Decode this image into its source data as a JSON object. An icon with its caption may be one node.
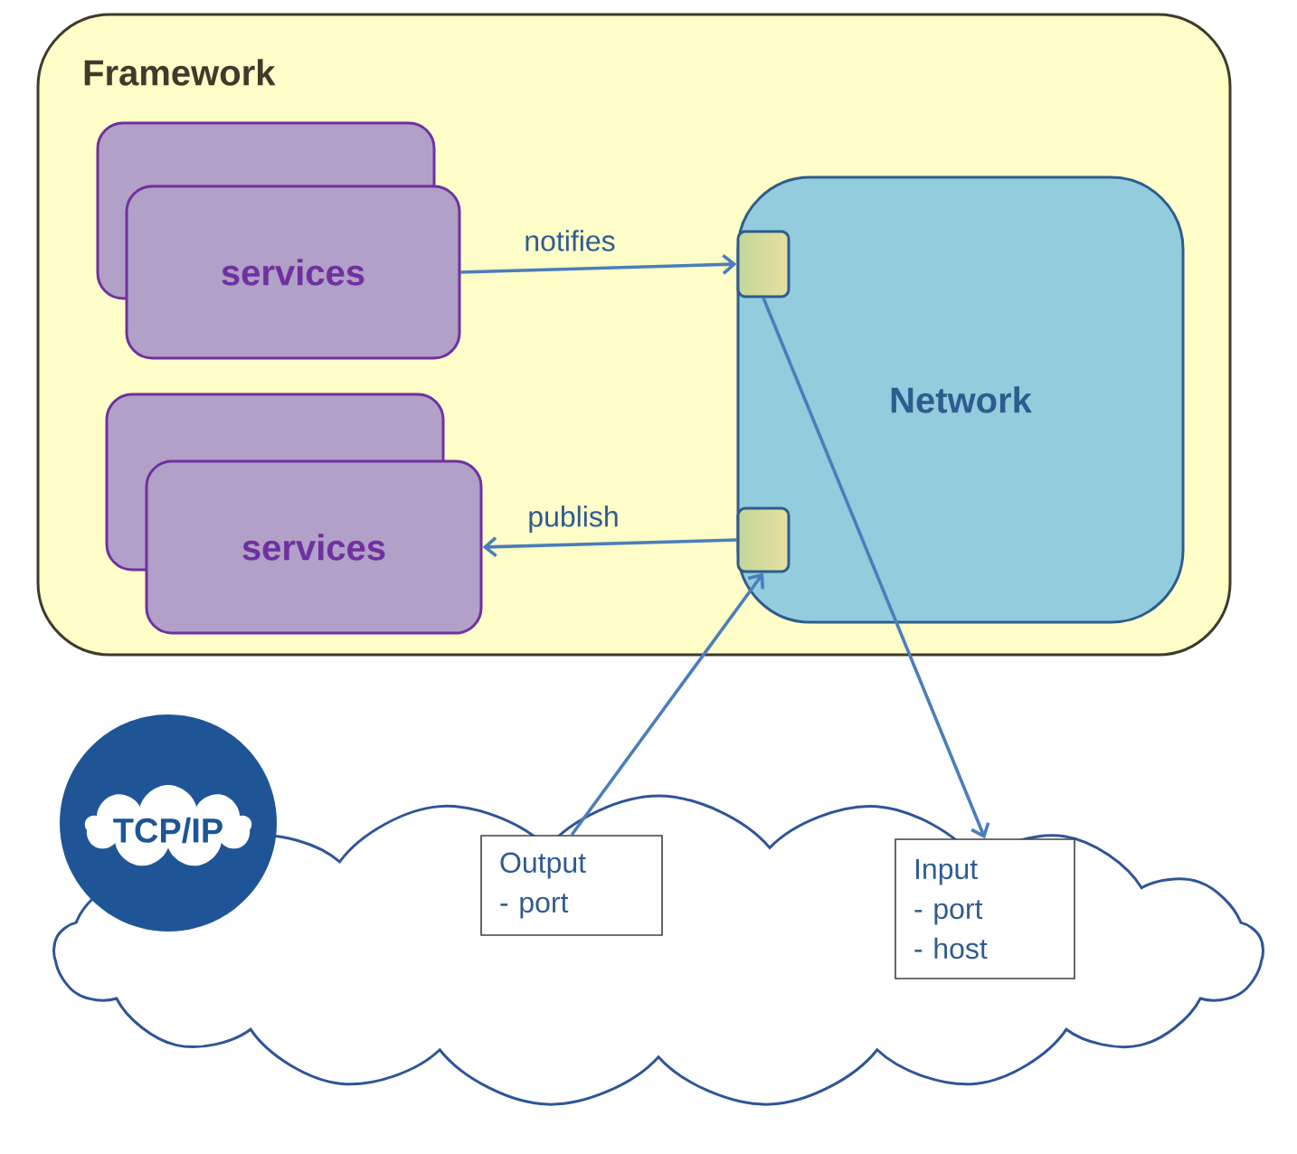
{
  "diagram": {
    "nodes": [
      {
        "text": [
          "Framework"
        ]
      },
      {
        "text": [],
        "shape": "box",
        "in": 0
      },
      {
        "text": [
          "services"
        ],
        "in": 0
      },
      {
        "text": [],
        "shape": "box",
        "in": 0
      },
      {
        "text": [
          "services"
        ],
        "in": 0
      },
      {
        "text": [
          "Network"
        ],
        "in": 0
      },
      {
        "text": [],
        "shape": "box",
        "in": 5
      },
      {
        "text": [],
        "shape": "box",
        "in": 5
      },
      {
        "text": [],
        "shape": "cloud"
      },
      {
        "text": [
          "TCP/IP"
        ]
      },
      {
        "text": [
          "Output",
          "- port"
        ],
        "in": 8
      },
      {
        "text": [
          "Input",
          "- port",
          "- host"
        ],
        "in": 8
      }
    ],
    "edges": [
      {
        "from": 2,
        "to": 6,
        "arrow": "to",
        "label": "notifies"
      },
      {
        "from": 7,
        "to": 4,
        "arrow": "to",
        "label": "publish"
      },
      {
        "from": 10,
        "to": 7,
        "arrow": "to"
      },
      {
        "from": 6,
        "to": 11,
        "arrow": "to"
      }
    ]
  }
}
